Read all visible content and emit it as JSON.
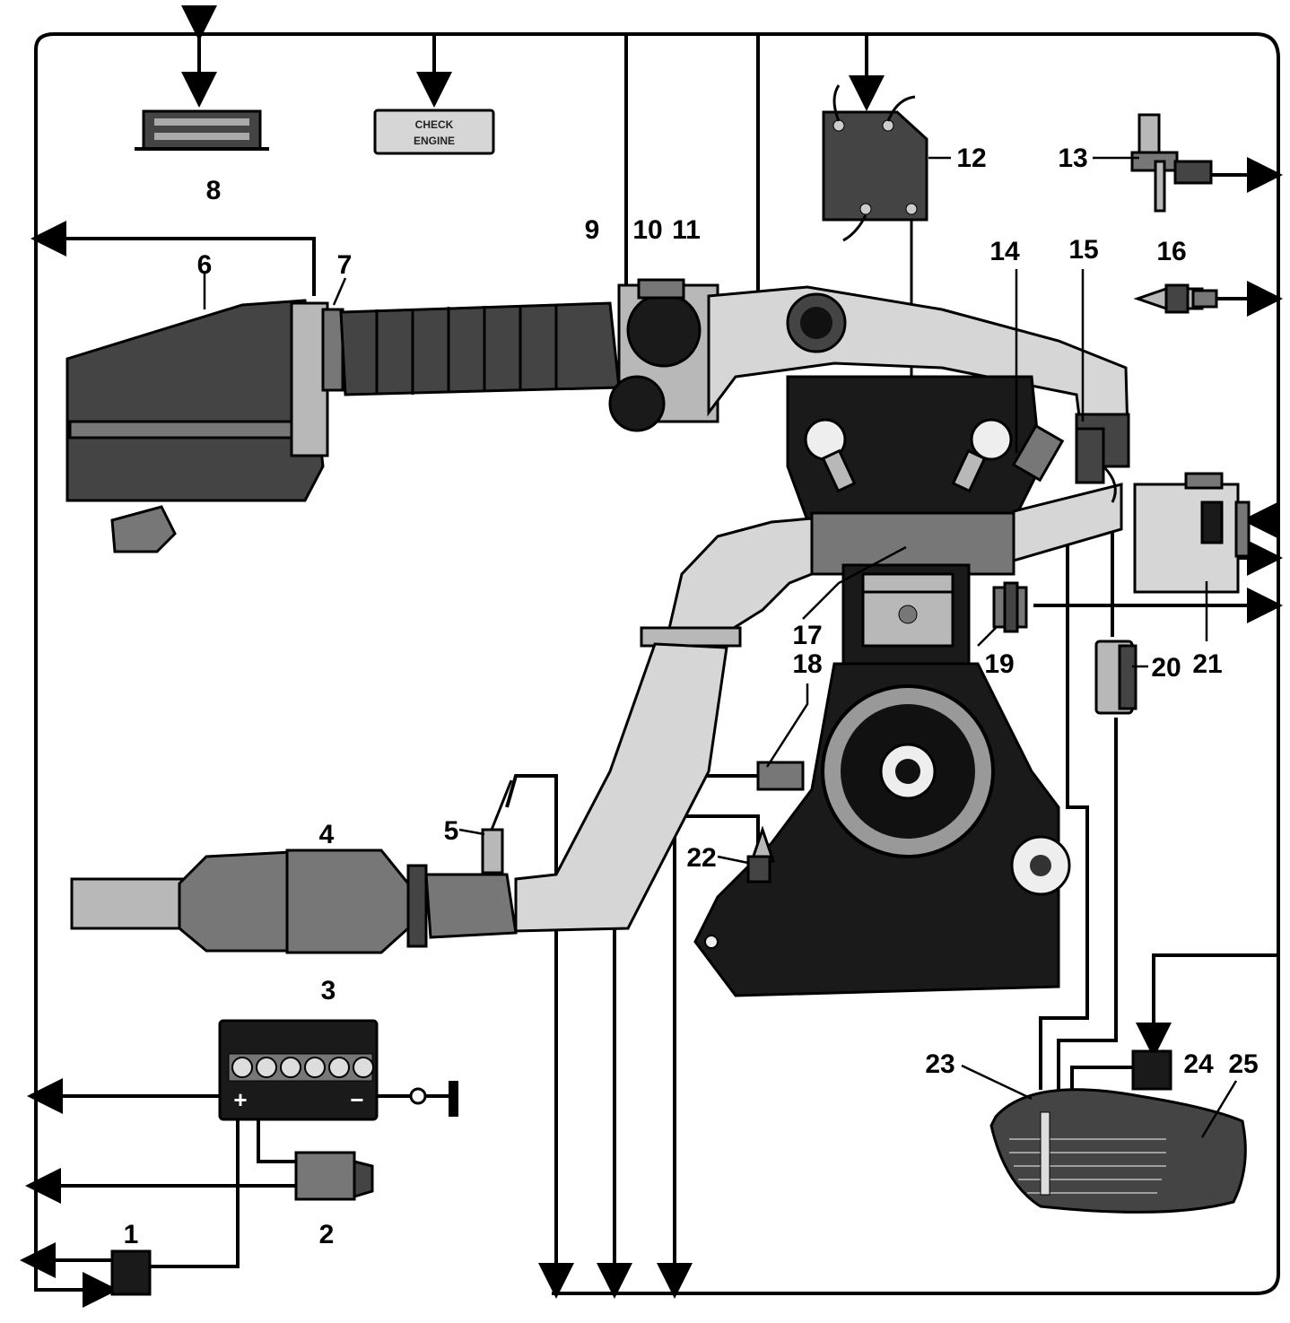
{
  "diagram": {
    "lamp_text_line1": "CHECK",
    "lamp_text_line2": "ENGINE",
    "labels": [
      "1",
      "2",
      "3",
      "4",
      "5",
      "6",
      "7",
      "8",
      "9",
      "10",
      "11",
      "12",
      "13",
      "14",
      "15",
      "16",
      "17",
      "18",
      "19",
      "20",
      "21",
      "22",
      "23",
      "24",
      "25"
    ],
    "battery_plus": "+",
    "battery_minus": "−"
  }
}
